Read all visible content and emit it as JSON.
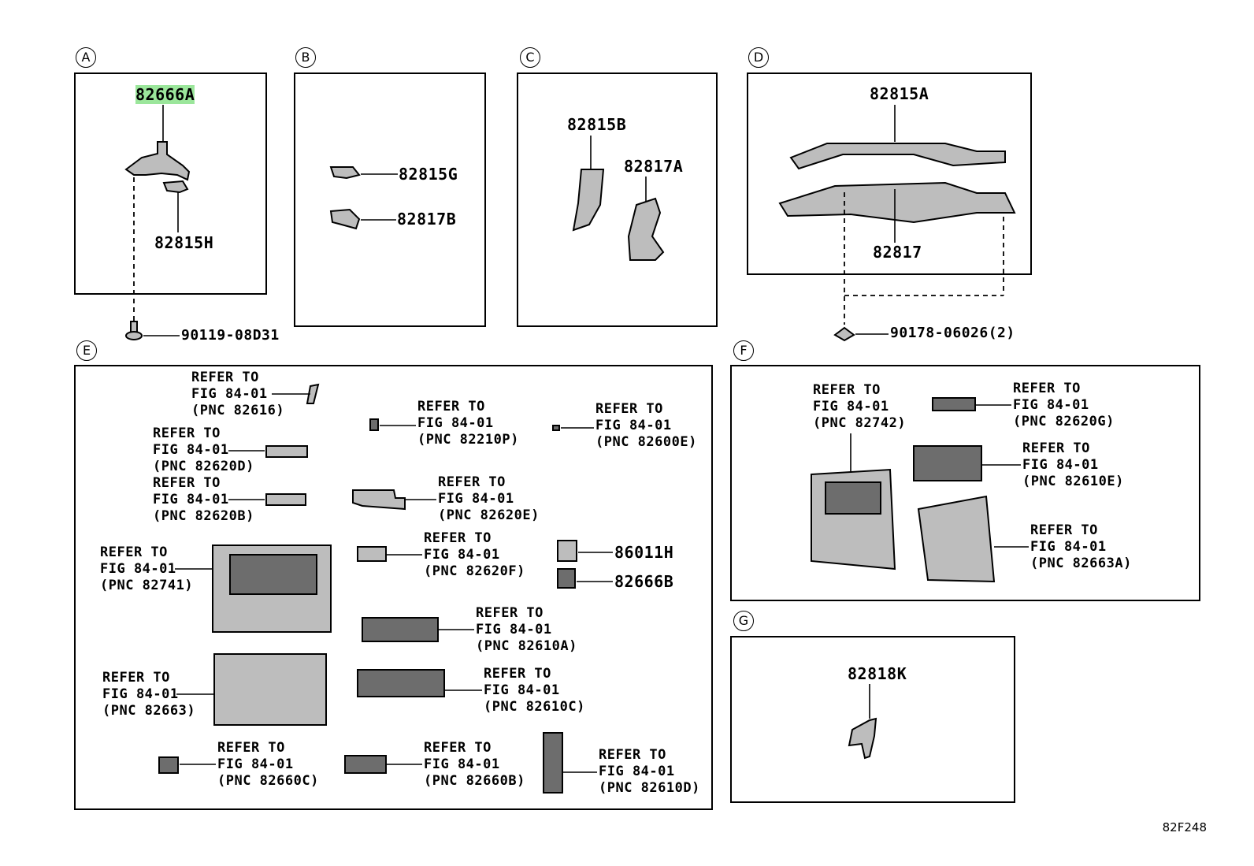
{
  "sections": {
    "A": {
      "letter": "A",
      "parts": {
        "top": "82666A",
        "bottom": "82815H"
      },
      "bolt": "90119-08D31"
    },
    "B": {
      "letter": "B",
      "parts": {
        "top": "82815G",
        "bottom": "82817B"
      }
    },
    "C": {
      "letter": "C",
      "parts": {
        "left": "82815B",
        "right": "82817A"
      }
    },
    "D": {
      "letter": "D",
      "parts": {
        "top": "82815A",
        "bottom": "82817"
      },
      "clip": "90178-06026(2)"
    },
    "E": {
      "letter": "E",
      "refs": [
        {
          "line1": "REFER TO",
          "line2": "FIG 84-01",
          "pnc": "(PNC 82616)"
        },
        {
          "line1": "REFER TO",
          "line2": "FIG 84-01",
          "pnc": "(PNC 82210P)"
        },
        {
          "line1": "REFER TO",
          "line2": "FIG 84-01",
          "pnc": "(PNC 82600E)"
        },
        {
          "line1": "REFER TO",
          "line2": "FIG 84-01",
          "pnc": "(PNC 82620D)"
        },
        {
          "line1": "REFER TO",
          "line2": "FIG 84-01",
          "pnc": "(PNC 82620B)"
        },
        {
          "line1": "REFER TO",
          "line2": "FIG 84-01",
          "pnc": "(PNC 82620E)"
        },
        {
          "line1": "REFER TO",
          "line2": "FIG 84-01",
          "pnc": "(PNC 82741)"
        },
        {
          "line1": "REFER TO",
          "line2": "FIG 84-01",
          "pnc": "(PNC 82620F)"
        },
        {
          "line1": "REFER TO",
          "line2": "FIG 84-01",
          "pnc": "(PNC 82610A)"
        },
        {
          "line1": "REFER TO",
          "line2": "FIG 84-01",
          "pnc": "(PNC 82663)"
        },
        {
          "line1": "REFER TO",
          "line2": "FIG 84-01",
          "pnc": "(PNC 82610C)"
        },
        {
          "line1": "REFER TO",
          "line2": "FIG 84-01",
          "pnc": "(PNC 82660C)"
        },
        {
          "line1": "REFER TO",
          "line2": "FIG 84-01",
          "pnc": "(PNC 82660B)"
        },
        {
          "line1": "REFER TO",
          "line2": "FIG 84-01",
          "pnc": "(PNC 82610D)"
        }
      ],
      "parts": {
        "relay": "86011H",
        "block": "82666B"
      }
    },
    "F": {
      "letter": "F",
      "refs": [
        {
          "line1": "REFER TO",
          "line2": "FIG 84-01",
          "pnc": "(PNC 82742)"
        },
        {
          "line1": "REFER TO",
          "line2": "FIG 84-01",
          "pnc": "(PNC 82620G)"
        },
        {
          "line1": "REFER TO",
          "line2": "FIG 84-01",
          "pnc": "(PNC 82610E)"
        },
        {
          "line1": "REFER TO",
          "line2": "FIG 84-01",
          "pnc": "(PNC 82663A)"
        }
      ]
    },
    "G": {
      "letter": "G",
      "parts": {
        "main": "82818K"
      }
    }
  },
  "figure_code": "82F248"
}
